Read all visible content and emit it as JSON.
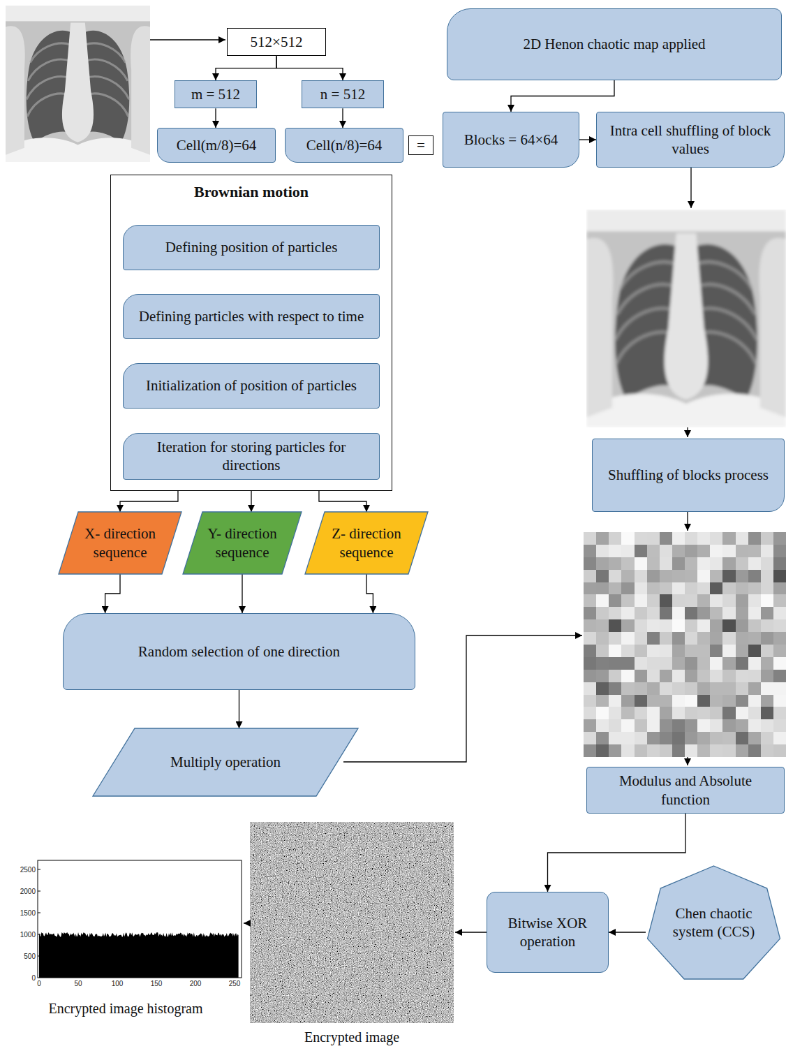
{
  "diagram": {
    "nodes": [
      {
        "text": [
          "512×512"
        ]
      },
      {
        "text": [
          "2D Henon chaotic map applied"
        ]
      },
      {
        "text": [
          "m = 512"
        ]
      },
      {
        "text": [
          "n = 512"
        ]
      },
      {
        "text": [
          "Cell(m/8)=64"
        ]
      },
      {
        "text": [
          "Cell(n/8)=64"
        ]
      },
      {
        "text": [
          "="
        ]
      },
      {
        "text": [
          "Blocks = 64×64"
        ]
      },
      {
        "text": [
          "Intra cell shuffling of block values"
        ]
      },
      {
        "text": [
          "Brownian motion"
        ]
      },
      {
        "text": [
          "Defining position of particles"
        ],
        "in": 9
      },
      {
        "text": [
          "Defining particles with respect to time"
        ],
        "in": 9
      },
      {
        "text": [
          "Initialization of position of particles"
        ],
        "in": 9
      },
      {
        "text": [
          "Iteration for storing particles for directions"
        ],
        "in": 9
      },
      {
        "text": [
          "Shuffling of blocks process"
        ]
      },
      {
        "text": [
          "X- direction sequence"
        ]
      },
      {
        "text": [
          "Y- direction sequence"
        ]
      },
      {
        "text": [
          "Z- direction sequence"
        ]
      },
      {
        "text": [
          "Random selection of one direction"
        ]
      },
      {
        "text": [
          "Multiply operation"
        ]
      },
      {
        "text": [
          "Modulus and Absolute function"
        ]
      },
      {
        "text": [
          "Bitwise XOR operation"
        ]
      },
      {
        "text": [
          "Chen chaotic system (CCS)"
        ]
      }
    ],
    "edges": [
      {
        "from": 0,
        "to": 2,
        "arrow": "to"
      },
      {
        "from": 0,
        "to": 3,
        "arrow": "to"
      },
      {
        "from": 2,
        "to": 4,
        "arrow": "to"
      },
      {
        "from": 3,
        "to": 5,
        "arrow": "to"
      },
      {
        "from": 1,
        "to": 7,
        "arrow": "to"
      },
      {
        "from": 7,
        "to": 8,
        "arrow": "to"
      },
      {
        "from": 10,
        "to": 11,
        "arrow": "to"
      },
      {
        "from": 11,
        "to": 12,
        "arrow": "to"
      },
      {
        "from": 12,
        "to": 13,
        "arrow": "to"
      },
      {
        "from": 9,
        "to": 15,
        "arrow": "to"
      },
      {
        "from": 9,
        "to": 16,
        "arrow": "to"
      },
      {
        "from": 9,
        "to": 17,
        "arrow": "to"
      },
      {
        "from": 15,
        "to": 18,
        "arrow": "to"
      },
      {
        "from": 16,
        "to": 18,
        "arrow": "to"
      },
      {
        "from": 17,
        "to": 18,
        "arrow": "to"
      },
      {
        "from": 18,
        "to": 19,
        "arrow": "to"
      },
      {
        "from": 20,
        "to": 21,
        "arrow": "to"
      },
      {
        "from": 22,
        "to": 21,
        "arrow": "to"
      }
    ],
    "labels": [
      "2500",
      "2000",
      "1500",
      "1000",
      "500",
      "0",
      "0",
      "50",
      "100",
      "150",
      "200",
      "250",
      "Encrypted image histogram",
      "Encrypted image"
    ]
  }
}
